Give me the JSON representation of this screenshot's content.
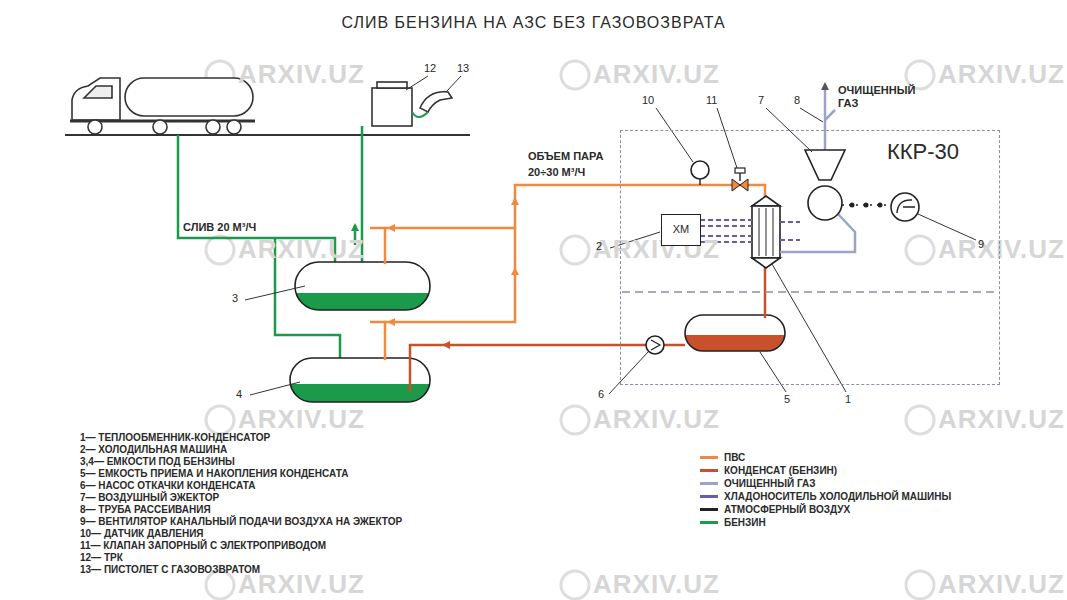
{
  "diagram": {
    "title": "СЛИВ БЕНЗИНА НА АЗС БЕЗ ГАЗОВОЗВРАТА",
    "nodes": [
      {
        "text": [
          "ККР-30"
        ]
      },
      {
        "text": [
          "ХМ"
        ],
        "in": 0
      }
    ],
    "labels": [
      "12",
      "13",
      "10",
      "11",
      "7",
      "8",
      "2",
      "9",
      "3",
      "4",
      "6",
      "5",
      "1",
      "СЛИВ 20 М³/Ч",
      "ОБЪЕМ ПАРА",
      "20÷30 М³/Ч",
      "ОЧИЩЕННЫЙ ГАЗ",
      "1— ТЕПЛООБМЕННИК-КОНДЕНСАТОР",
      "2— ХОЛОДИЛЬНАЯ МАШИНА",
      "3,4— ЕМКОСТИ ПОД БЕНЗИНЫ",
      "5— ЕМКОСТЬ ПРИЕМА И НАКОПЛЕНИЯ КОНДЕНСАТА",
      "6— НАСОС ОТКАЧКИ КОНДЕНСАТА",
      "7— ВОЗДУШНЫЙ ЭЖЕКТОР",
      "8— ТРУБА РАССЕИВАНИЯ",
      "9— ВЕНТИЛЯТОР КАНАЛЬНЫЙ ПОДАЧИ ВОЗДУХА НА ЭЖЕКТОР",
      "10— ДАТЧИК ДАВЛЕНИЯ",
      "11— КЛАПАН ЗАПОРНЫЙ С ЭЛЕКТРОПРИВОДОМ",
      "12— ТРК",
      "13— ПИСТОЛЕТ С ГАЗОВОЗВРАТОМ",
      "ARXIV.UZ",
      "ARXIV.UZ",
      "ARXIV.UZ",
      "ARXIV.UZ",
      "ARXIV.UZ",
      "ARXIV.UZ",
      "ARXIV.UZ",
      "ARXIV.UZ",
      "ARXIV.UZ",
      "ARXIV.UZ",
      "ARXIV.UZ",
      "ARXIV.UZ"
    ],
    "legend": [
      {
        "text": "ПВС",
        "color": "#f08a40"
      },
      {
        "text": "КОНДЕНСАТ (БЕНЗИН)",
        "color": "#c8502a"
      },
      {
        "text": "ОЧИЩЕННЫЙ ГАЗ",
        "color": "#9aa4c8"
      },
      {
        "text": "ХЛАДОНОСИТЕЛЬ ХОЛОДИЛЬНОЙ МАШИНЫ",
        "color": "#6a5aa8"
      },
      {
        "text": "АТМОСФЕРНЫЙ ВОЗДУХ",
        "color": "#222222"
      },
      {
        "text": "БЕНЗИН",
        "color": "#1a9a4a"
      }
    ]
  }
}
